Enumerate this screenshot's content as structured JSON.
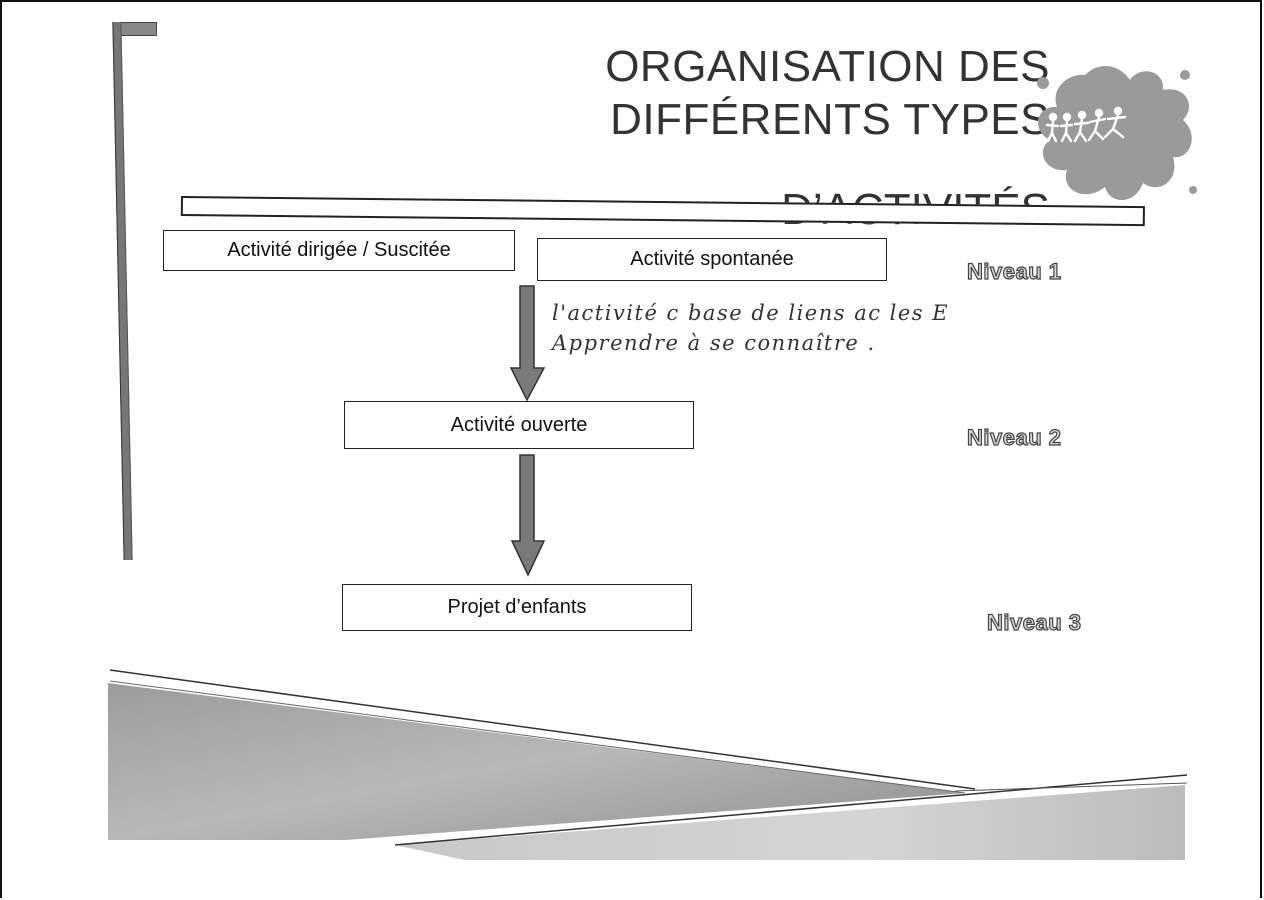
{
  "slide": {
    "title_lines": [
      "ORGANISATION DES",
      "DIFFÉRENTS TYPES",
      "D’ACTIVITÉS"
    ],
    "boxes": {
      "directed": "Activité dirigée / Suscitée",
      "spontaneous": "Activité spontanée",
      "open": "Activité ouverte",
      "project": "Projet d’enfants"
    },
    "levels": [
      "Niveau 1",
      "Niveau 2",
      "Niveau 3"
    ],
    "handwritten_note": [
      "l'activité c base de liens ac les E",
      "Apprendre à se connaître ."
    ]
  },
  "colors": {
    "splat": "#9a9a9a",
    "arrow_fill": "#7a7a7a",
    "level_fill": "#d9d9d9",
    "text": "#333333"
  },
  "icons": [
    "decorative-left-bar",
    "paint-splat-logo-icon",
    "down-arrow-icon"
  ]
}
